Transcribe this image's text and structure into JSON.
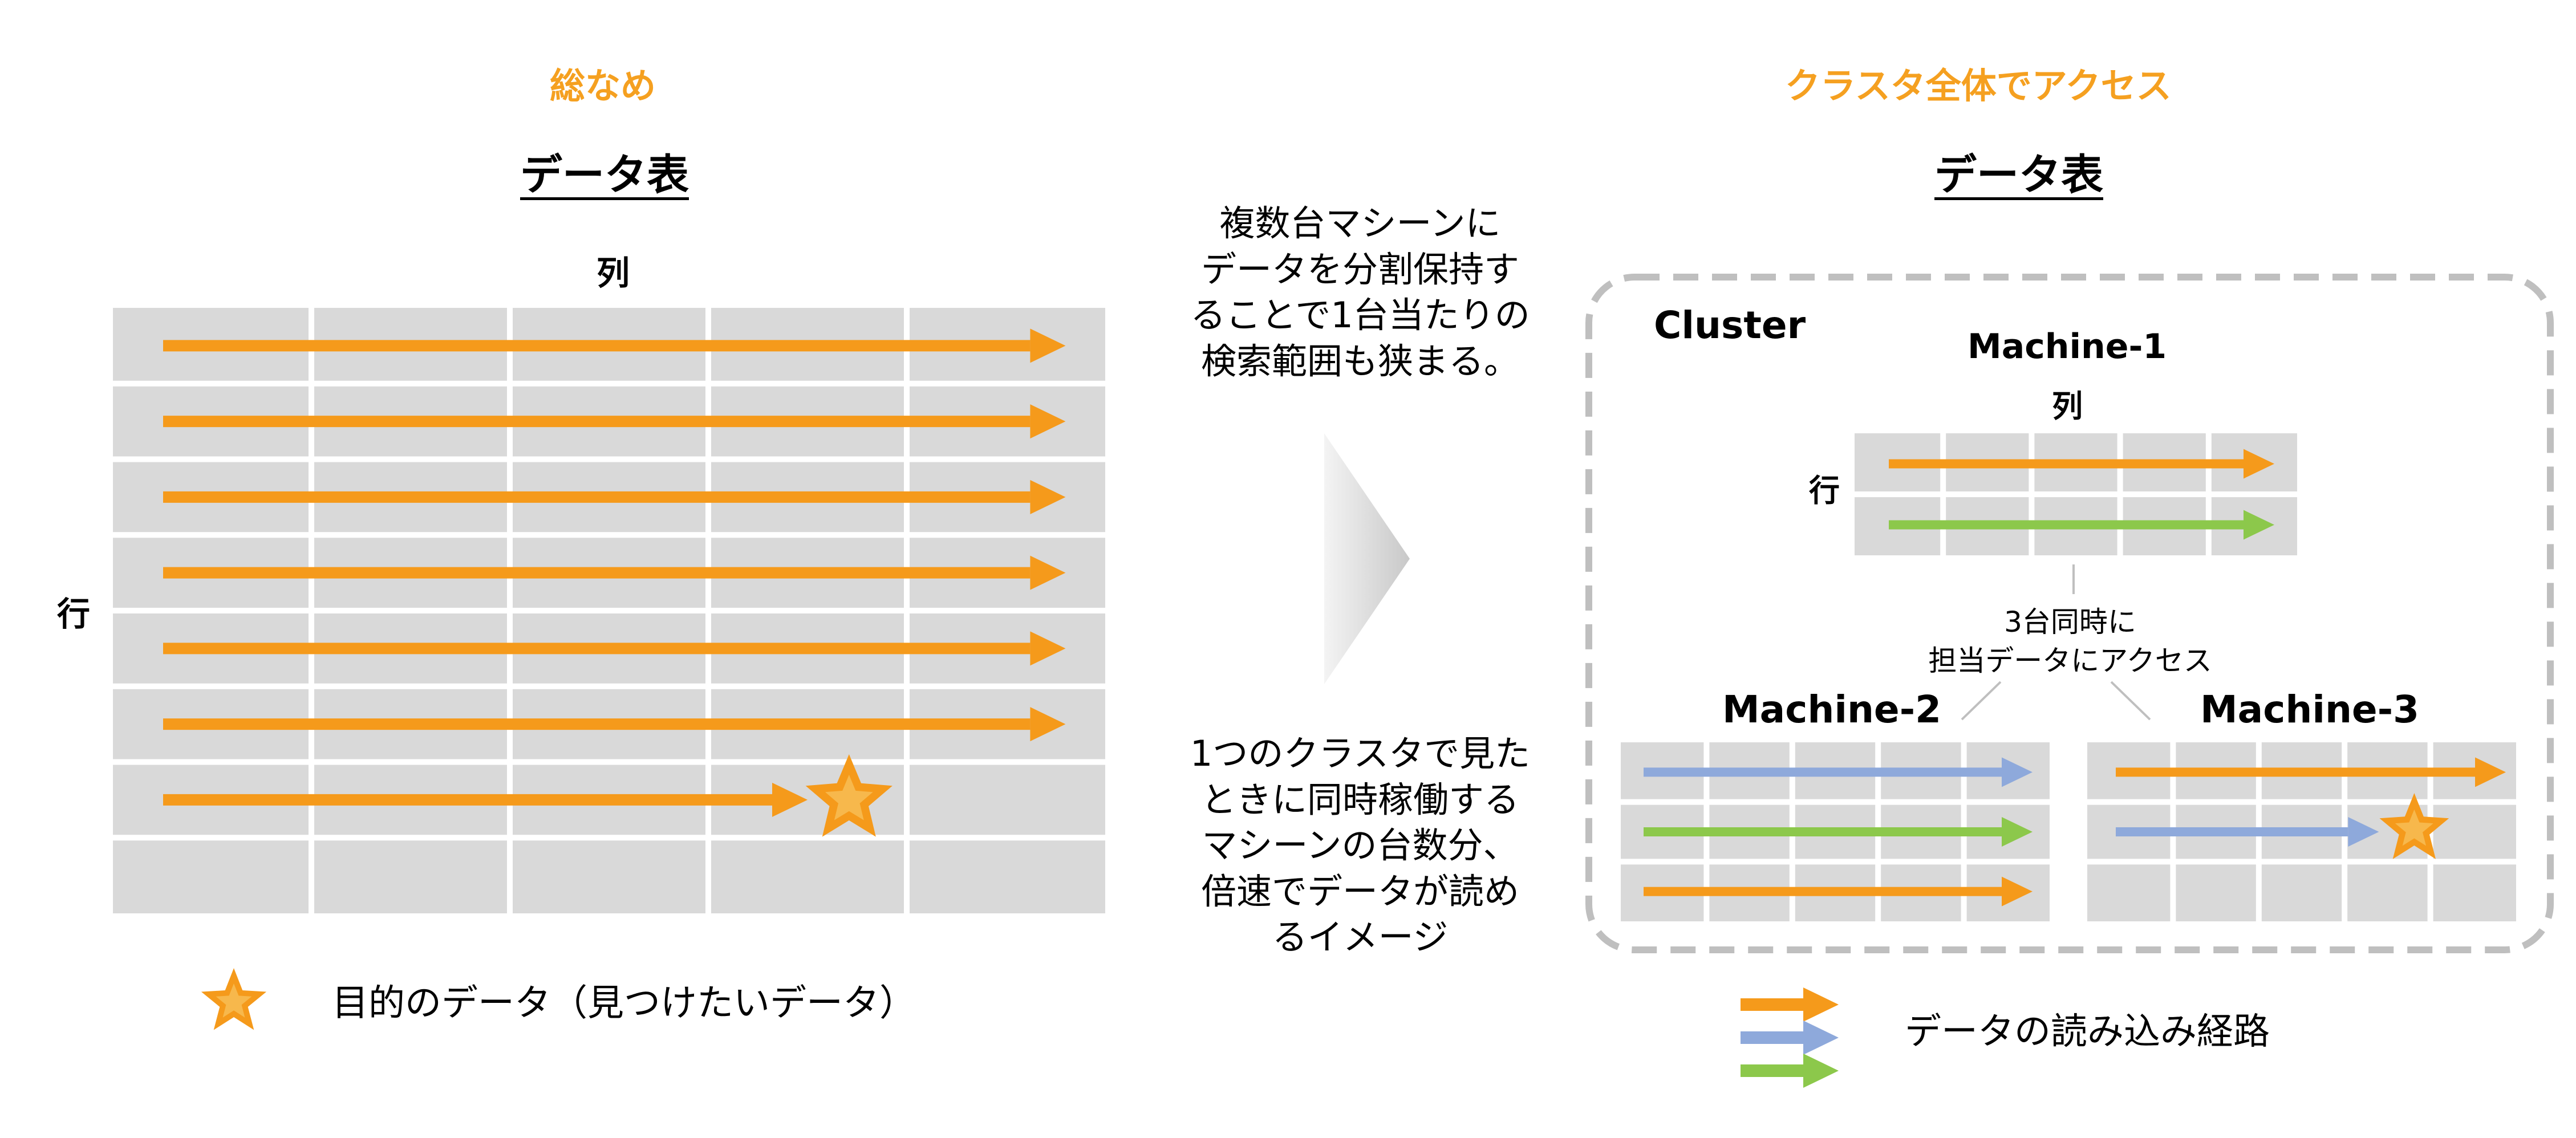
{
  "left": {
    "top_label": "総なめ",
    "title": "データ表",
    "column_label": "列",
    "row_label": "行",
    "grid": {
      "rows": 8,
      "cols": 5
    },
    "arrows": [
      {
        "row": 1,
        "color": "orange",
        "end_col": 4.8
      },
      {
        "row": 2,
        "color": "orange",
        "end_col": 4.8
      },
      {
        "row": 3,
        "color": "orange",
        "end_col": 4.8
      },
      {
        "row": 4,
        "color": "orange",
        "end_col": 4.8
      },
      {
        "row": 5,
        "color": "orange",
        "end_col": 4.8
      },
      {
        "row": 6,
        "color": "orange",
        "end_col": 4.8
      },
      {
        "row": 7,
        "color": "orange",
        "end_col": 3.5
      }
    ],
    "target": {
      "row": 7,
      "col": 3.6
    }
  },
  "middle": {
    "text_top": "複数台マシーンに\nデータを分割保持す\nることで1台当たりの\n検索範囲も狭まる。",
    "text_bottom": "1つのクラスタで見た\nときに同時稼働する\nマシーンの台数分、\n倍速でデータが読め\nるイメージ"
  },
  "right": {
    "top_label": "クラスタ全体でアクセス",
    "title": "データ表",
    "cluster_label": "Cluster",
    "note": "3台同時に\n担当データにアクセス",
    "machines": [
      {
        "name": "Machine-1",
        "column_label": "列",
        "row_label": "行",
        "grid": {
          "rows": 2,
          "cols": 5
        },
        "arrows": [
          {
            "row": 1,
            "color": "orange"
          },
          {
            "row": 2,
            "color": "green"
          }
        ]
      },
      {
        "name": "Machine-2",
        "grid": {
          "rows": 3,
          "cols": 5
        },
        "arrows": [
          {
            "row": 1,
            "color": "blue"
          },
          {
            "row": 2,
            "color": "green"
          },
          {
            "row": 3,
            "color": "orange"
          }
        ]
      },
      {
        "name": "Machine-3",
        "grid": {
          "rows": 3,
          "cols": 5
        },
        "arrows": [
          {
            "row": 1,
            "color": "orange"
          },
          {
            "row": 2,
            "color": "blue"
          }
        ],
        "target": {
          "row": 2,
          "col": 3.4
        }
      }
    ]
  },
  "legend": {
    "target_text": "目的のデータ（見つけたいデータ）",
    "path_text": "データの読み込み経路",
    "path_colors": [
      "orange",
      "blue",
      "green"
    ]
  },
  "colors": {
    "orange": "#f59a1b",
    "blue": "#8ea9db",
    "green": "#8cc84b",
    "cell": "#d9d9d9",
    "grid_line": "#ffffff",
    "cluster_border": "#bfbfbf",
    "title_orange": "#f5a020",
    "star_fill": "#f59a1b",
    "star_inner": "#f7b84c"
  }
}
